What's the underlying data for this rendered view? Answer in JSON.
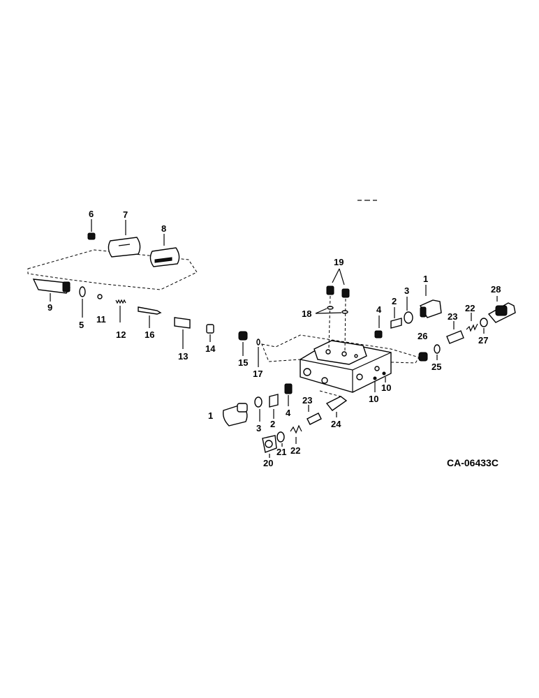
{
  "diagram": {
    "drawing_code": "CA-06433C",
    "part_labels": {
      "p1a": "1",
      "p1b": "1",
      "p2a": "2",
      "p2b": "2",
      "p3a": "3",
      "p3b": "3",
      "p4a": "4",
      "p4b": "4",
      "p5": "5",
      "p6": "6",
      "p7": "7",
      "p8": "8",
      "p9": "9",
      "p10a": "10",
      "p10b": "10",
      "p11": "11",
      "p12": "12",
      "p13": "13",
      "p14": "14",
      "p15": "15",
      "p16": "16",
      "p17": "17",
      "p18": "18",
      "p19": "19",
      "p20": "20",
      "p21": "21",
      "p22a": "22",
      "p22b": "22",
      "p23a": "23",
      "p23b": "23",
      "p24": "24",
      "p25": "25",
      "p26": "26",
      "p27": "27",
      "p28": "28"
    }
  }
}
